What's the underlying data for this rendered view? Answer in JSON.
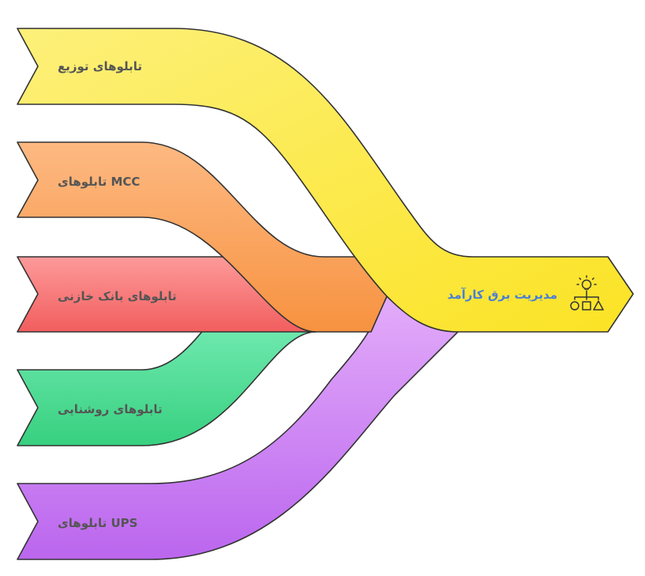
{
  "inputs": [
    {
      "label": "تابلوهای توزیع",
      "color": "#f9e64a"
    },
    {
      "label": "تابلوهای MCC",
      "color": "#f9a85c"
    },
    {
      "label": "تابلوهای بانک خازنی",
      "color": "#f57373"
    },
    {
      "label": "تابلوهای روشنایی",
      "color": "#52dd98"
    },
    {
      "label": "تابلوهای UPS",
      "color": "#c77ef0"
    }
  ],
  "output": {
    "label": "مدیریت برق کارآمد",
    "icon": "idea-shapes-icon",
    "color": "#fbe324"
  }
}
